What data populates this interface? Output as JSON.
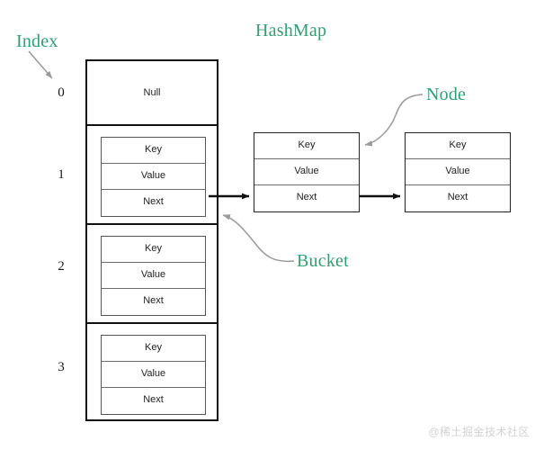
{
  "diagram": {
    "title": "HashMap",
    "watermark": "@稀土掘金技术社区",
    "accent_color": "#2e9e74",
    "line_color": "#111111",
    "annotation_line_color": "#9a9a9a",
    "annotations": {
      "index": "Index",
      "hashmap": "HashMap",
      "node": "Node",
      "bucket": "Bucket"
    },
    "table": {
      "slots": [
        {
          "index": "0",
          "content": "null",
          "null_label": "Null"
        },
        {
          "index": "1",
          "content": "node",
          "node": {
            "key": "Key",
            "value": "Value",
            "next": "Next"
          }
        },
        {
          "index": "2",
          "content": "node",
          "node": {
            "key": "Key",
            "value": "Value",
            "next": "Next"
          }
        },
        {
          "index": "3",
          "content": "node",
          "node": {
            "key": "Key",
            "value": "Value",
            "next": "Next"
          }
        }
      ]
    },
    "chain": [
      {
        "key": "Key",
        "value": "Value",
        "next": "Next"
      },
      {
        "key": "Key",
        "value": "Value",
        "next": "Next"
      }
    ]
  }
}
